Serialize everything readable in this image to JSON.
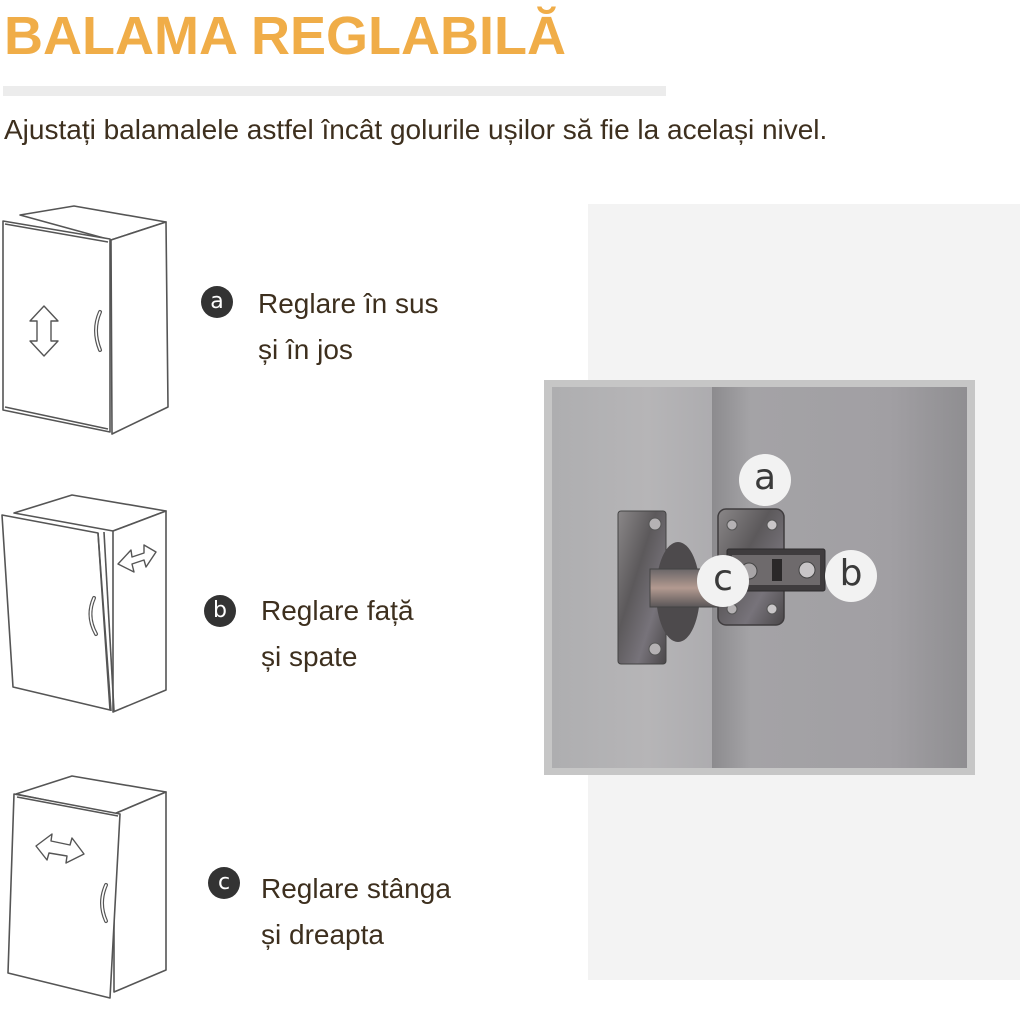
{
  "header": {
    "title": "BALAMA REGLABILĂ",
    "subtitle": "Ajustați balamalele astfel încât golurile ușilor să fie la același nivel."
  },
  "steps": [
    {
      "badge": "a",
      "line1": "Reglare în sus",
      "line2": "și în jos",
      "arrow": "vertical-double-arrow"
    },
    {
      "badge": "b",
      "line1": "Reglare față",
      "line2": "și spate",
      "arrow": "diagonal-double-arrow"
    },
    {
      "badge": "c",
      "line1": "Reglare stânga",
      "line2": "și dreapta",
      "arrow": "horizontal-double-arrow"
    }
  ],
  "photo": {
    "labels": [
      "a",
      "b",
      "c"
    ],
    "description": "cabinet hinge with adjustment screws"
  },
  "colors": {
    "title": "#f0ad48",
    "text": "#3d2f1e",
    "badge": "#333333",
    "panel": "#f3f3f3",
    "rule": "#ececec"
  }
}
